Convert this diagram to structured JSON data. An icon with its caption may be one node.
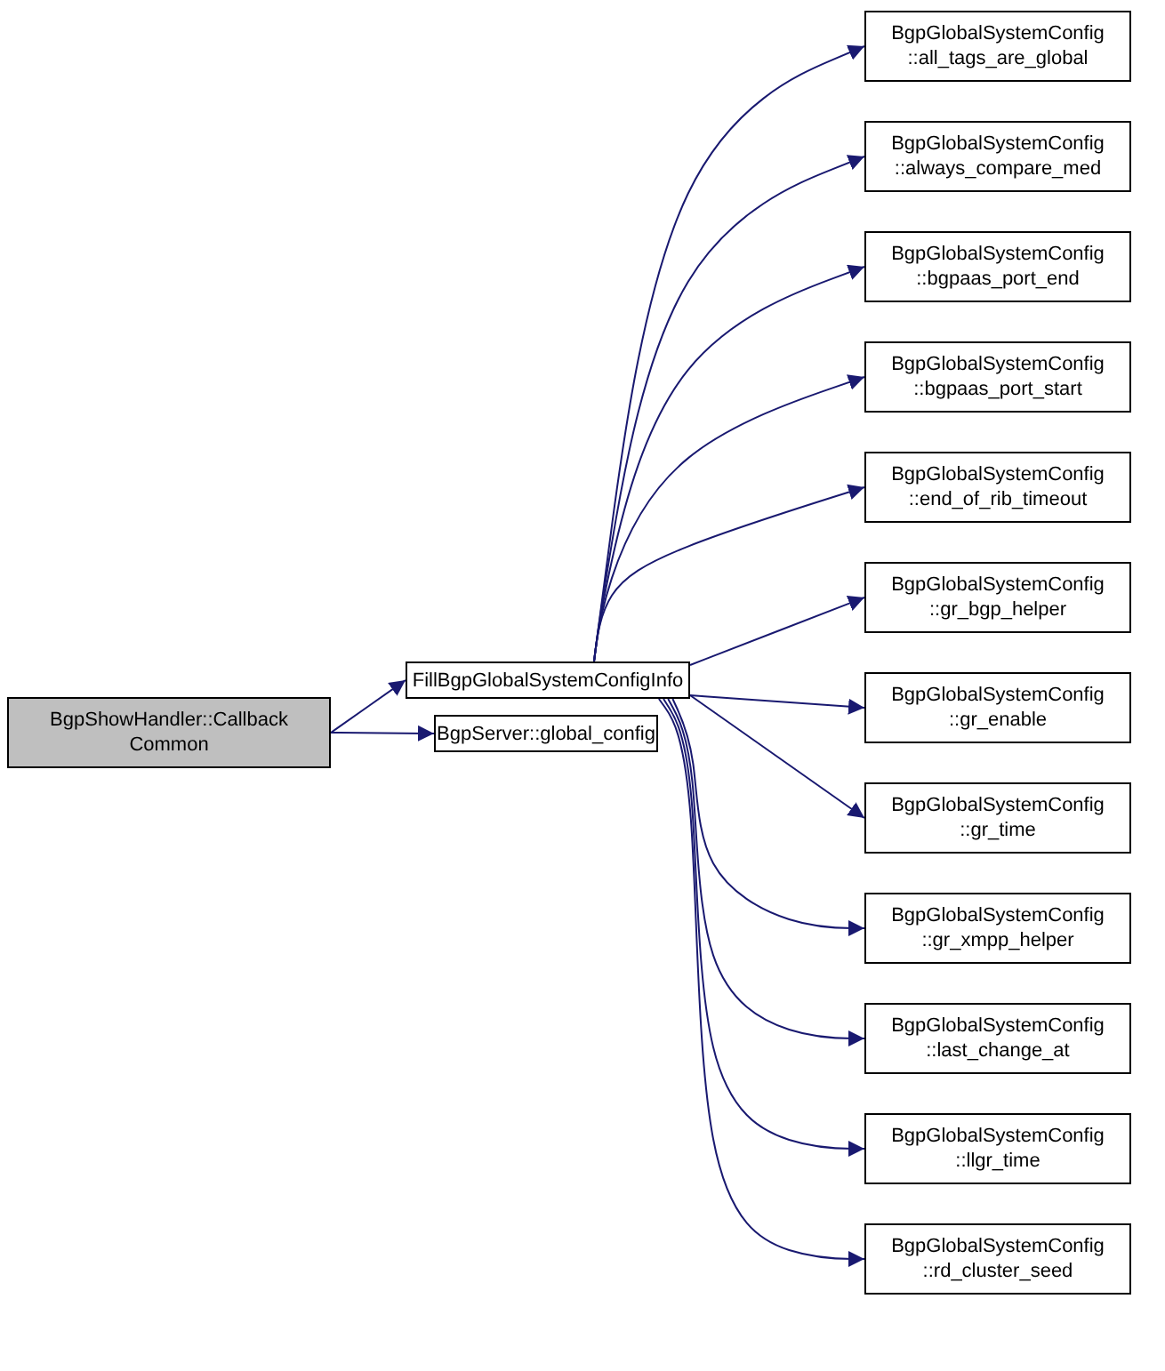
{
  "diagram": {
    "nodes": [
      {
        "text": [
          "BgpShowHandler::Callback Common"
        ]
      },
      {
        "text": [
          "FillBgpGlobalSystemConfigInfo"
        ]
      },
      {
        "text": [
          "BgpServer::global_config"
        ]
      },
      {
        "text": [
          "BgpGlobalSystemConfig ::all_tags_are_global"
        ]
      },
      {
        "text": [
          "BgpGlobalSystemConfig ::always_compare_med"
        ]
      },
      {
        "text": [
          "BgpGlobalSystemConfig ::bgpaas_port_end"
        ]
      },
      {
        "text": [
          "BgpGlobalSystemConfig ::bgpaas_port_start"
        ]
      },
      {
        "text": [
          "BgpGlobalSystemConfig ::end_of_rib_timeout"
        ]
      },
      {
        "text": [
          "BgpGlobalSystemConfig ::gr_bgp_helper"
        ]
      },
      {
        "text": [
          "BgpGlobalSystemConfig ::gr_enable"
        ]
      },
      {
        "text": [
          "BgpGlobalSystemConfig ::gr_time"
        ]
      },
      {
        "text": [
          "BgpGlobalSystemConfig ::gr_xmpp_helper"
        ]
      },
      {
        "text": [
          "BgpGlobalSystemConfig ::last_change_at"
        ]
      },
      {
        "text": [
          "BgpGlobalSystemConfig ::llgr_time"
        ]
      },
      {
        "text": [
          "BgpGlobalSystemConfig ::rd_cluster_seed"
        ]
      }
    ],
    "edges": [
      {
        "from": 0,
        "to": 1,
        "arrow": "to"
      },
      {
        "from": 0,
        "to": 2,
        "arrow": "to"
      },
      {
        "from": 1,
        "to": 3,
        "arrow": "to"
      },
      {
        "from": 1,
        "to": 4,
        "arrow": "to"
      },
      {
        "from": 1,
        "to": 5,
        "arrow": "to"
      },
      {
        "from": 1,
        "to": 6,
        "arrow": "to"
      },
      {
        "from": 1,
        "to": 7,
        "arrow": "to"
      },
      {
        "from": 1,
        "to": 8,
        "arrow": "to"
      },
      {
        "from": 1,
        "to": 9,
        "arrow": "to"
      },
      {
        "from": 1,
        "to": 10,
        "arrow": "to"
      },
      {
        "from": 1,
        "to": 11,
        "arrow": "to"
      },
      {
        "from": 1,
        "to": 12,
        "arrow": "to"
      },
      {
        "from": 1,
        "to": 13,
        "arrow": "to"
      },
      {
        "from": 1,
        "to": 14,
        "arrow": "to"
      }
    ]
  }
}
